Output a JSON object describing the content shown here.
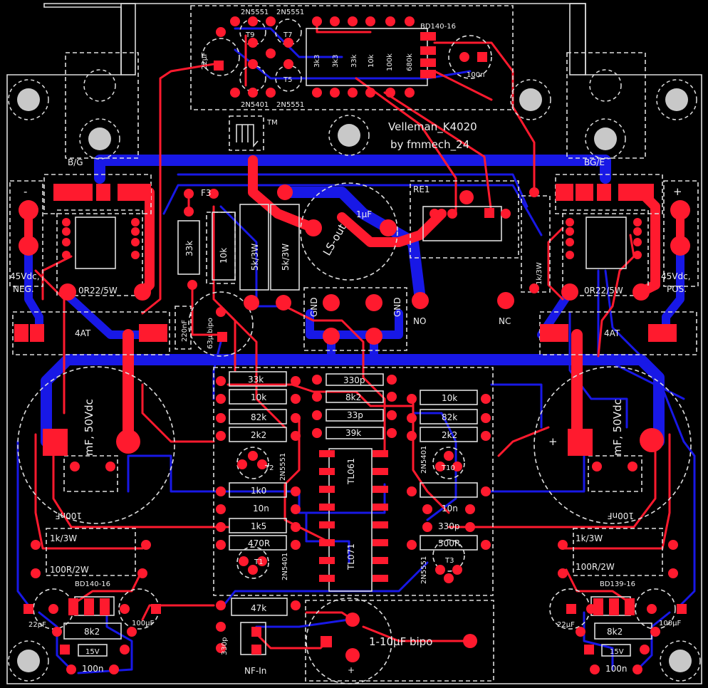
{
  "board": {
    "title": "Velleman_K4020",
    "author": "by fmmech_24",
    "colors": {
      "top_copper": "#ff1a2e",
      "bottom_copper": "#1818e6",
      "silkscreen": "#dddddd",
      "background": "#000000",
      "drill": "#c8c8c8"
    }
  },
  "labels": {
    "t_2n5551_a": "2N5551",
    "t_2n5551_b": "2N5551",
    "t_2n5401_top": "2N5401",
    "t_2n5551_c": "2N5551",
    "bd140": "BD140-16",
    "t9": "T9",
    "t7": "T7",
    "t5": "T5",
    "c22u_top": "22µF",
    "r3k3a": "3k3",
    "r3k3b": "3k3",
    "r33k": "33k",
    "r10k": "10k",
    "r100k": "100k",
    "r680k": "680k",
    "c100n_top": "100n",
    "re1": "RE1",
    "f3": "F3",
    "r33k_v": "33k",
    "r10k_v": "10k",
    "r5k_3w_a": "5k/3W",
    "r5k_3w_b": "5k/3W",
    "ls_out": "LS-out",
    "c_1u": "1µF",
    "c220n": "220nF",
    "c63u": "63µ bipo",
    "gnd_a": "GND",
    "gnd_b": "GND",
    "no": "NO",
    "nc": "NC",
    "r1k_3w_right": "1k/3W",
    "neg_label": "-",
    "pos_label": "+",
    "neg_volt": "45Vdc,",
    "neg_name": "NEG.",
    "pos_volt": "45Vdc,",
    "pos_name": "POS.",
    "fuse_l": "4AT",
    "fuse_r": "4AT",
    "bg_l": "B/G",
    "bg_r": "BG/E",
    "r0r22_l": "0R22/5W",
    "r0r22_r": "0R22/5W",
    "cap_l": "mF, 50Vdc",
    "cap_r": "mF, 50Vdc",
    "c100nf_l": "100nF",
    "c100nf_r": "100nF",
    "plus_r": "+",
    "r1k3w_l": "1k/3W",
    "r100r2w_l": "100R/2W",
    "r1k3w_r2": "1k/3W",
    "r100r2w_r": "100R/2W",
    "bd139_l": "BD140-16",
    "bd139_r": "BD139-16",
    "c22u_l": "22µF",
    "c22u_r": "22µF",
    "c100u_l": "100µF",
    "c100u_r": "100µF",
    "r8k2_l": "8k2",
    "r8k2_r": "8k2",
    "z15v_l": "15V",
    "z15v_r": "15V",
    "c100n_l": "100n",
    "c100n_r": "100n",
    "r33k_c": "33k",
    "r10k_c": "10k",
    "r82k_c": "82k",
    "r2k2_c": "2k2",
    "c330p_c": "330p",
    "r8k2_c": "8k2",
    "c33p_c": "33p",
    "r39k_c": "39k",
    "r10k_d": "10k",
    "r82k_d": "82k",
    "r2k2_d": "2k2",
    "t_2n5551_m": "2N5551",
    "t_2n5401_m": "2N5401",
    "r1k0": "1k0",
    "c10n_a": "10n",
    "r1k5": "1k5",
    "r470r": "470R",
    "tl061": "TL061",
    "tl071": "TL071",
    "c10n_b": "10n",
    "c330p_d": "330p",
    "r500r": "500R",
    "t2n5401_b": "2N5401",
    "t2n5551_b2": "2N5551",
    "r47k": "47k",
    "c330p_e": "330p",
    "nf_in": "NF-In",
    "c_in": "1-10µF bipo",
    "c_in_plus": "+",
    "tm": "TM",
    "t1": "T1",
    "t2": "T2",
    "t10": "T10",
    "t3": "T3"
  }
}
